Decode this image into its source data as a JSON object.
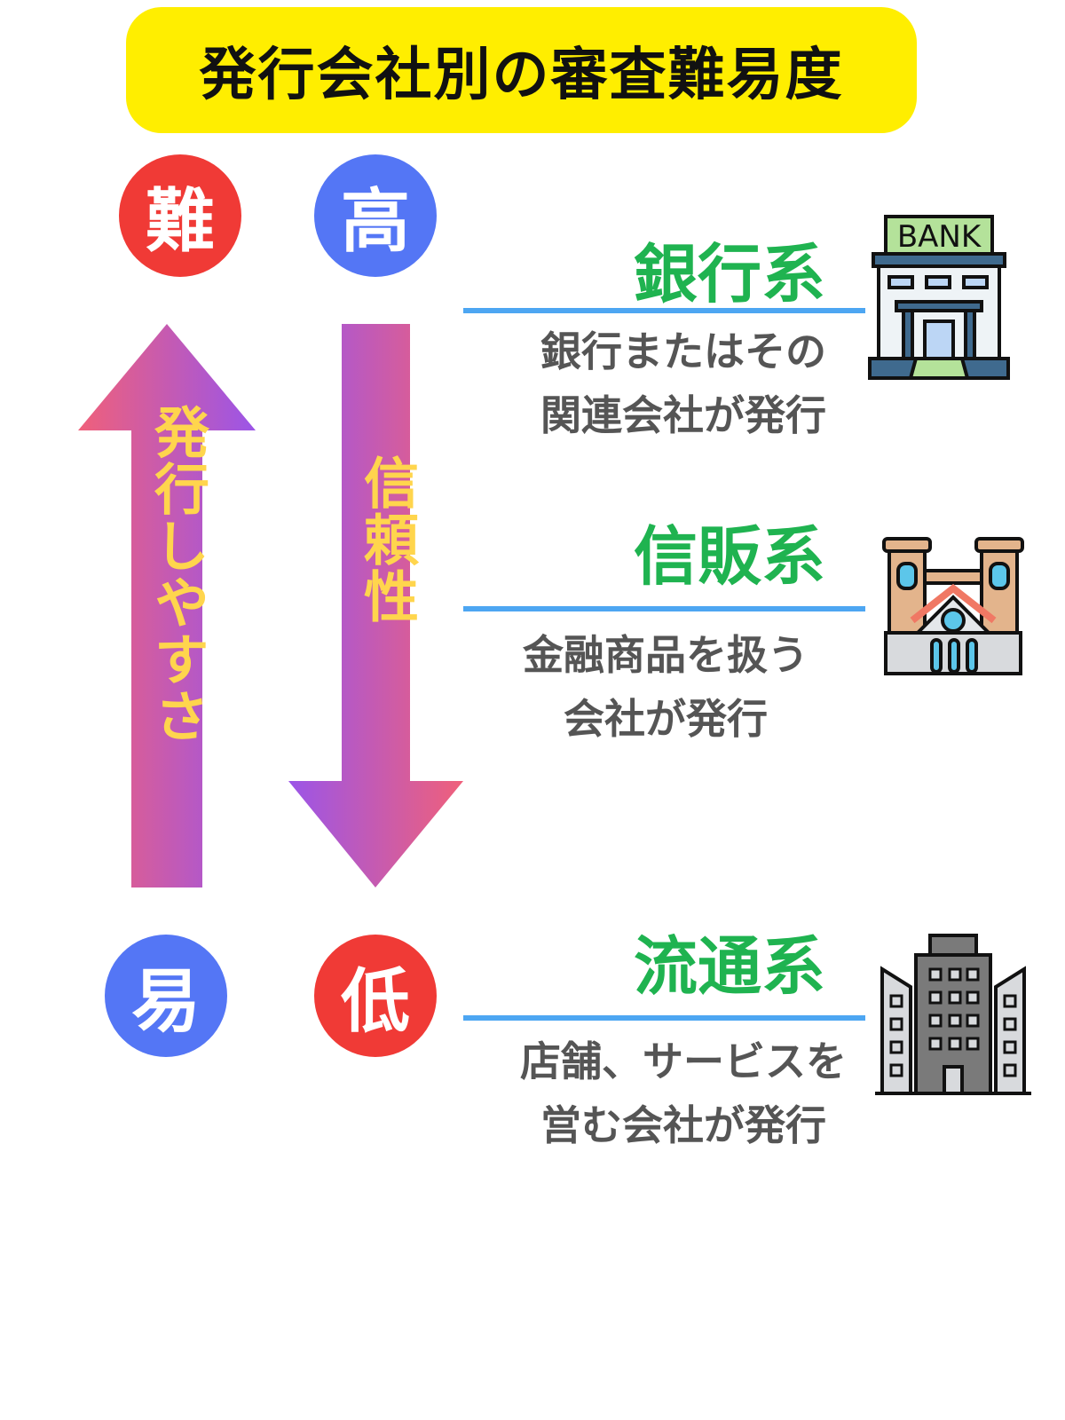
{
  "title": "発行会社別の審査難易度",
  "markers": {
    "hard": "難",
    "high": "高",
    "easy": "易",
    "low": "低"
  },
  "arrows": {
    "up_label": "発行しやすさ",
    "down_label": "信頼性"
  },
  "categories": [
    {
      "name": "銀行系",
      "desc_lines": [
        "銀行またはその",
        "関連会社が発行"
      ],
      "icon": "bank-icon",
      "icon_text": "BANK"
    },
    {
      "name": "信販系",
      "desc_lines": [
        "金融商品を扱う",
        "会社が発行"
      ],
      "icon": "institution-building-icon"
    },
    {
      "name": "流通系",
      "desc_lines": [
        "店舗、サービスを",
        "営む会社が発行"
      ],
      "icon": "office-building-icon"
    }
  ],
  "colors": {
    "title_bg": "#ffee00",
    "red": "#f03a36",
    "blue": "#5476f5",
    "green": "#1fb350",
    "line": "#4da6f2",
    "arrow_text": "#ffd54d"
  }
}
